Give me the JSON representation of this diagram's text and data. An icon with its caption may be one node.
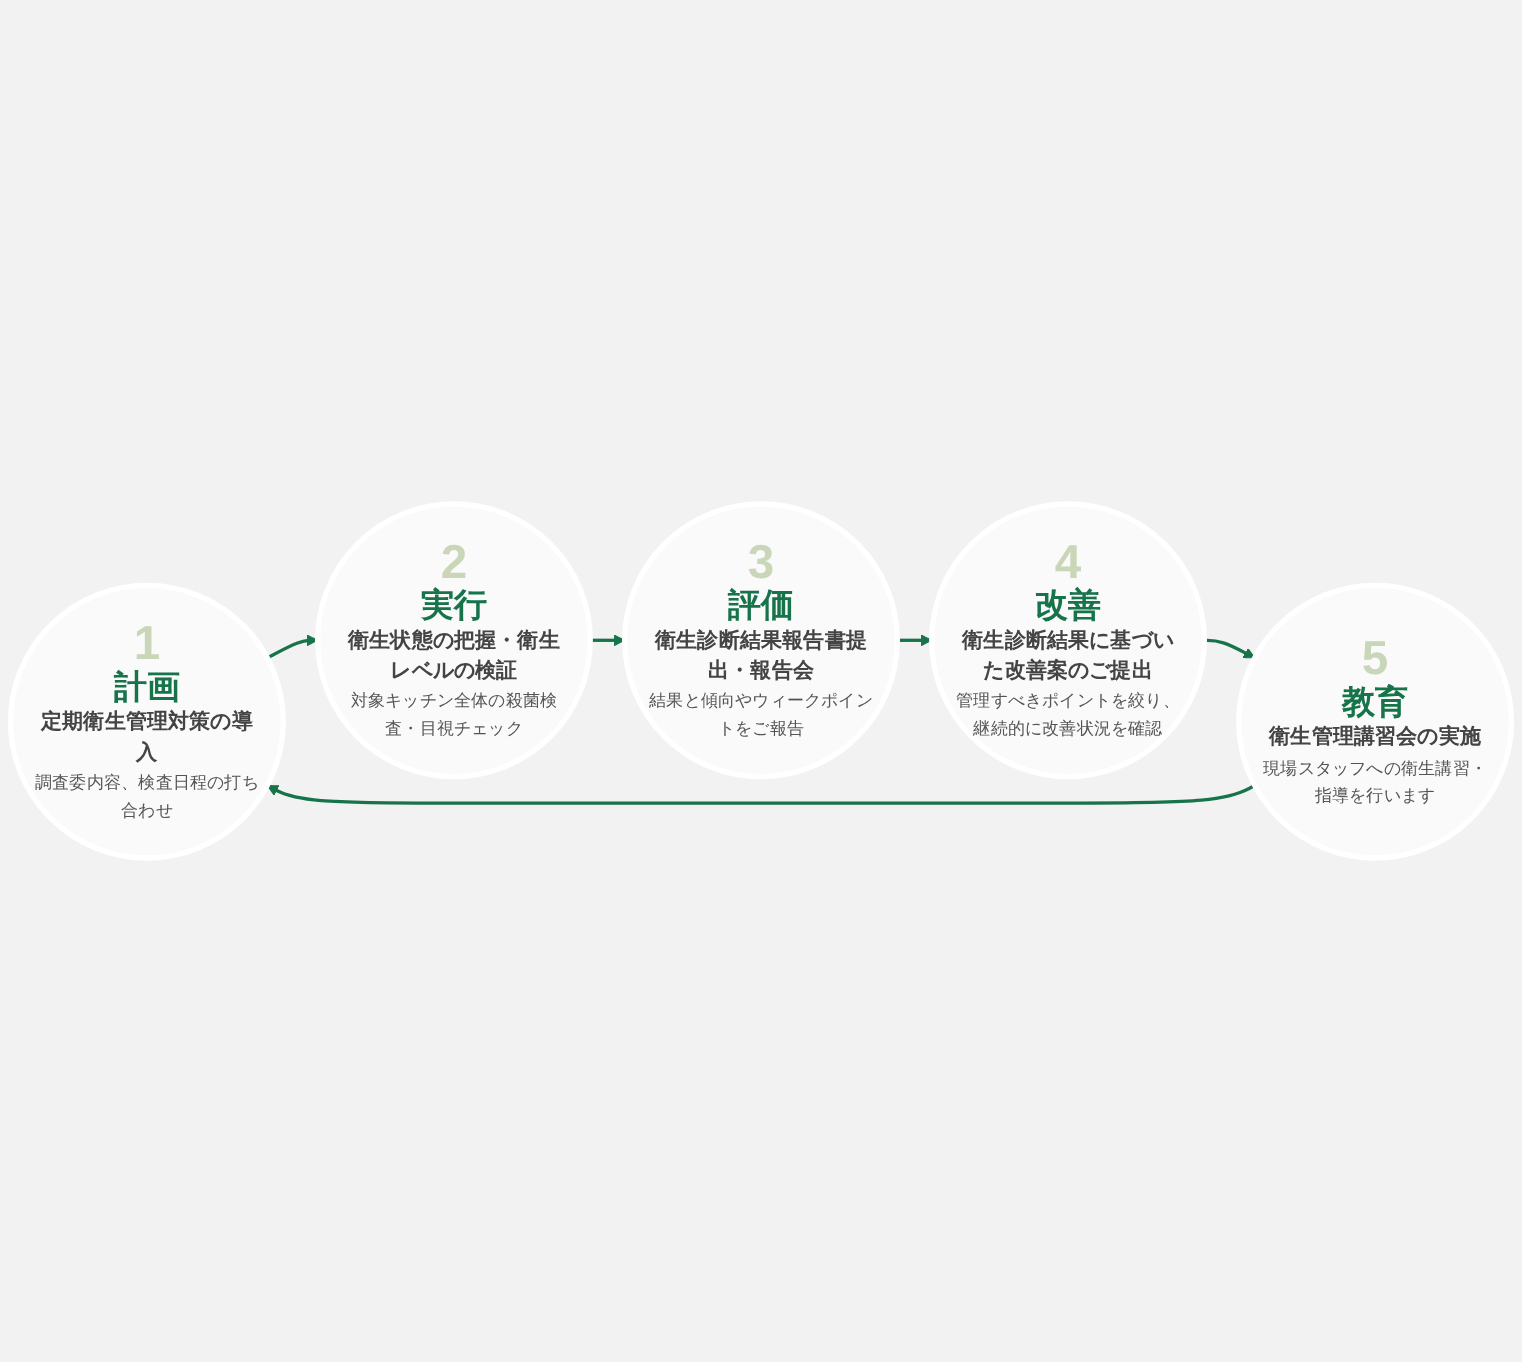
{
  "diagram": {
    "nodes": [
      {
        "text": [
          "1",
          "計画",
          "定期衛生管理対策の導入",
          "調査委内容、検査日程の打ち合わせ"
        ]
      },
      {
        "text": [
          "2",
          "実行",
          "衛生状態の把握・衛生レベルの検証",
          "対象キッチン全体の殺菌検査・目視チェック"
        ]
      },
      {
        "text": [
          "3",
          "評価",
          "衛生診断結果報告書提出・報告会",
          "結果と傾向やウィークポイントをご報告"
        ]
      },
      {
        "text": [
          "4",
          "改善",
          "衛生診断結果に基づいた改善案のご提出",
          "管理すべきポイントを絞り、継続的に改善状況を確認"
        ]
      },
      {
        "text": [
          "5",
          "教育",
          "衛生管理講習会の実施",
          "現場スタッフへの衛生講習・指導を行います"
        ]
      }
    ],
    "edges": [
      {
        "from": 0,
        "to": 1,
        "arrow": "to"
      },
      {
        "from": 1,
        "to": 2,
        "arrow": "to"
      },
      {
        "from": 2,
        "to": 3,
        "arrow": "to"
      },
      {
        "from": 3,
        "to": 4,
        "arrow": "to"
      },
      {
        "from": 4,
        "to": 0,
        "arrow": "to"
      }
    ]
  }
}
